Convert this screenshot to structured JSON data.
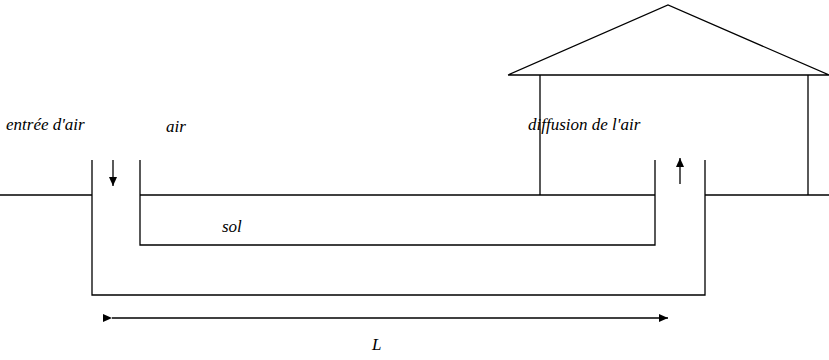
{
  "diagram": {
    "labels": [
      "entrée d'air",
      "air",
      "sol",
      "diffusion de l'air",
      "L"
    ]
  }
}
